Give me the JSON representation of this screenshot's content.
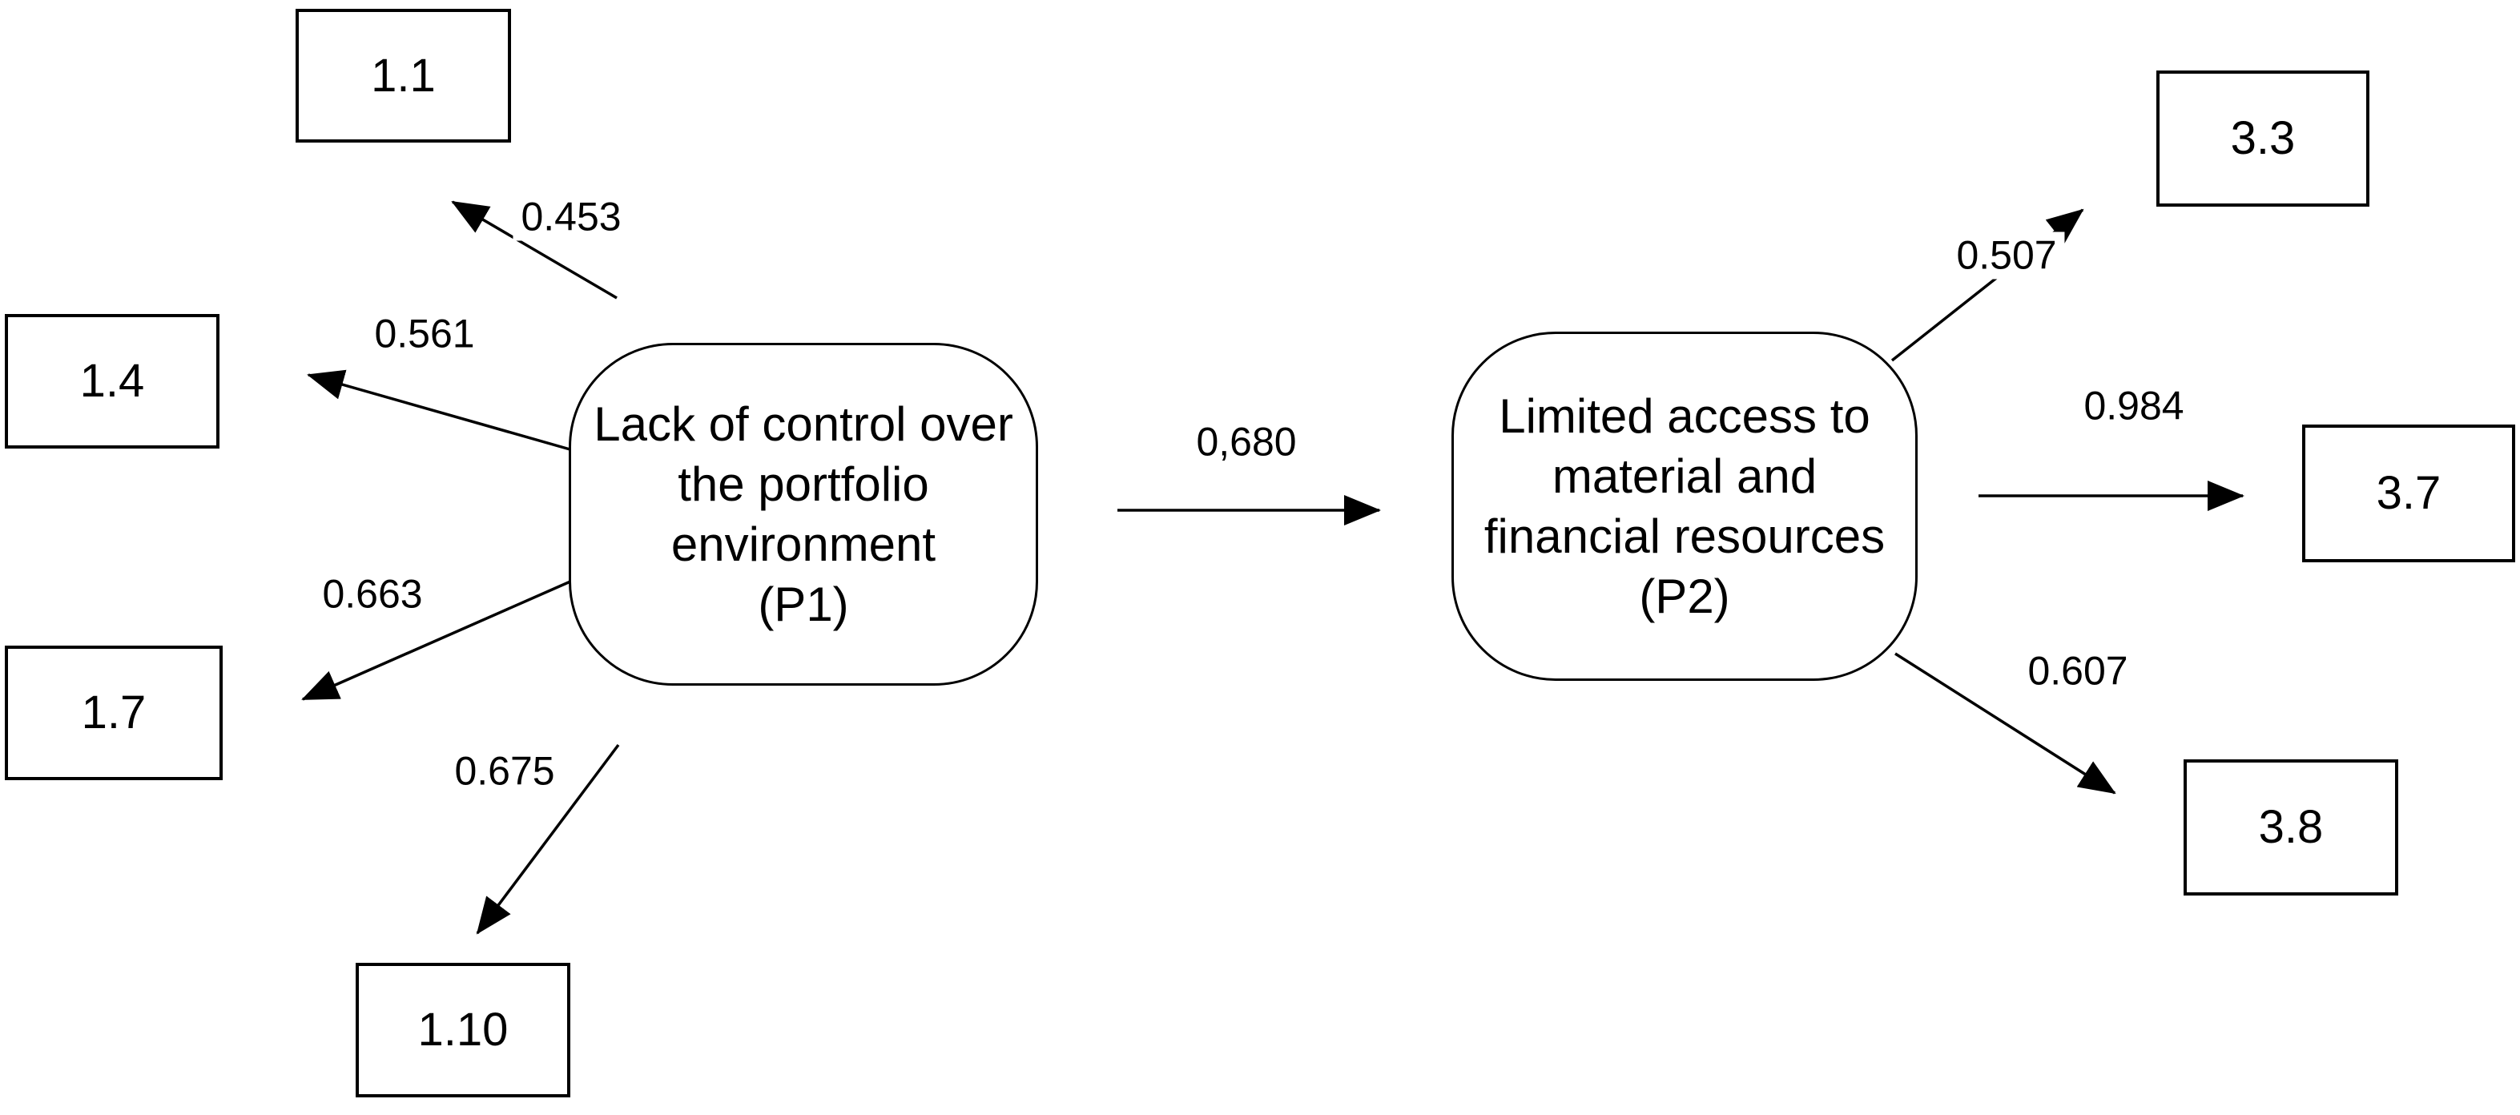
{
  "diagram": {
    "latent_nodes": [
      {
        "id": "P1",
        "lines": [
          "Lack of control over",
          "the portfolio",
          "environment",
          "(P1)"
        ]
      },
      {
        "id": "P2",
        "lines": [
          "Limited access to",
          "material and",
          "financial resources",
          "(P2)"
        ]
      }
    ],
    "indicators": [
      {
        "id": "1.1",
        "label": "1.1"
      },
      {
        "id": "1.4",
        "label": "1.4"
      },
      {
        "id": "1.7",
        "label": "1.7"
      },
      {
        "id": "1.10",
        "label": "1.10"
      },
      {
        "id": "3.3",
        "label": "3.3"
      },
      {
        "id": "3.7",
        "label": "3.7"
      },
      {
        "id": "3.8",
        "label": "3.8"
      }
    ],
    "paths": [
      {
        "from": "P1",
        "to": "1.1",
        "value": "0.453"
      },
      {
        "from": "P1",
        "to": "1.4",
        "value": "0.561"
      },
      {
        "from": "P1",
        "to": "1.7",
        "value": "0.663"
      },
      {
        "from": "P1",
        "to": "1.10",
        "value": "0.675"
      },
      {
        "from": "P1",
        "to": "P2",
        "value": "0,680"
      },
      {
        "from": "P2",
        "to": "3.3",
        "value": "0.507"
      },
      {
        "from": "P2",
        "to": "3.7",
        "value": "0.984"
      },
      {
        "from": "P2",
        "to": "3.8",
        "value": "0.607"
      }
    ],
    "colors": {
      "stroke": "#000000",
      "background": "#ffffff"
    }
  }
}
